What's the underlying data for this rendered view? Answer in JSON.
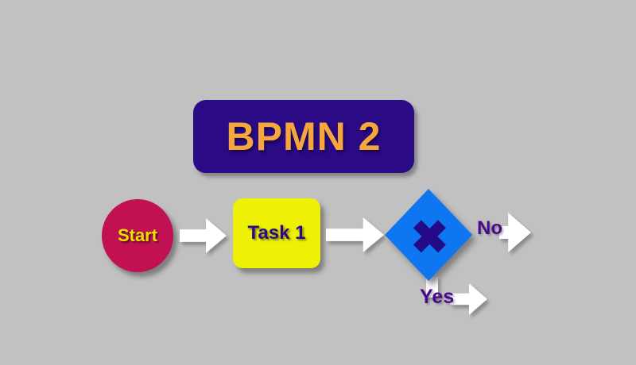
{
  "diagram": {
    "type": "bpmn-flowchart",
    "background": "#c1c1c1",
    "arrow_color": "#ffffff",
    "edge_label_color": "#47098c",
    "title": {
      "label": "BPMN 2",
      "bg_color": "#2a0a85",
      "text_color": "#f5a63c"
    },
    "nodes": [
      {
        "id": "start",
        "kind": "start-event",
        "label": "Start",
        "fill": "#c11152",
        "text_color": "#e6e300"
      },
      {
        "id": "task1",
        "kind": "task",
        "label": "Task 1",
        "fill": "#eef005",
        "text_color": "#2a0a8a"
      },
      {
        "id": "gateway",
        "kind": "exclusive-gateway",
        "label": "",
        "fill": "#0d76f0",
        "icon": "x-mark-icon",
        "icon_color": "#250a87"
      }
    ],
    "edges": [
      {
        "from": "start",
        "to": "task1",
        "label": ""
      },
      {
        "from": "task1",
        "to": "gateway",
        "label": ""
      },
      {
        "from": "gateway",
        "to": "right",
        "label": "No"
      },
      {
        "from": "gateway",
        "to": "down",
        "label": "Yes"
      }
    ]
  }
}
